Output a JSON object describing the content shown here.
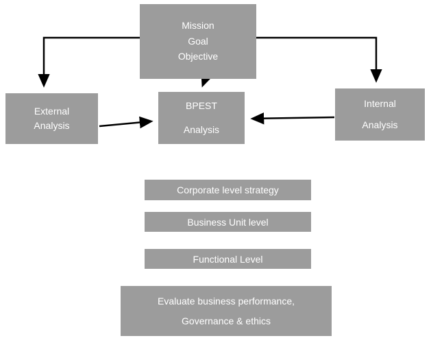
{
  "diagram": {
    "mission_box": {
      "lines": [
        "Mission",
        "Goal",
        "Objective"
      ]
    },
    "external_box": {
      "lines": [
        "External",
        "Analysis"
      ]
    },
    "bpest_box": {
      "lines": [
        "BPEST",
        "Analysis"
      ]
    },
    "internal_box": {
      "lines": [
        "Internal",
        "Analysis"
      ]
    },
    "bars": [
      {
        "label": "Corporate level strategy"
      },
      {
        "label": "Business Unit level"
      },
      {
        "label": "Functional Level"
      }
    ],
    "evaluate_box": {
      "lines": [
        "Evaluate business performance,",
        "Governance & ethics"
      ]
    },
    "colors": {
      "box_fill": "#9c9c9c",
      "box_text": "#ffffff",
      "arrow": "#000000",
      "background": "#ffffff"
    }
  }
}
